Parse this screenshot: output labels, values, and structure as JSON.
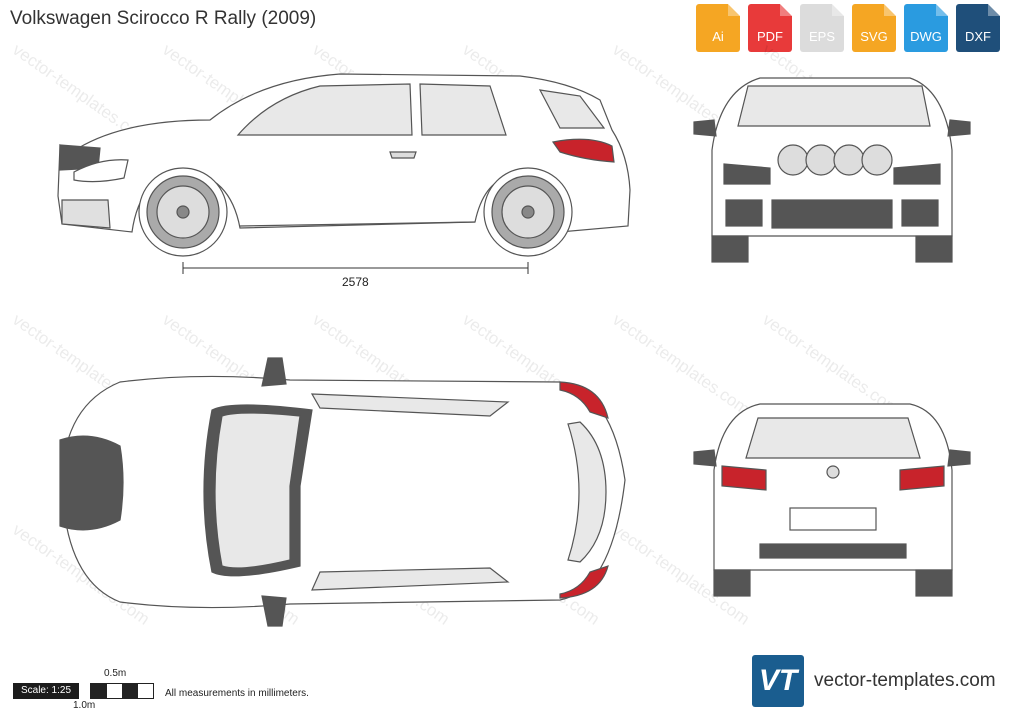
{
  "title": "Volkswagen Scirocco R Rally (2009)",
  "formats": [
    {
      "label": "Ai",
      "color": "#f5a623",
      "icon": "ai-file-icon"
    },
    {
      "label": "PDF",
      "color": "#e83a3a",
      "icon": "pdf-file-icon"
    },
    {
      "label": "EPS",
      "color": "#dcdcdc",
      "icon": "eps-file-icon"
    },
    {
      "label": "SVG",
      "color": "#f5a623",
      "icon": "svg-file-icon"
    },
    {
      "label": "DWG",
      "color": "#2a9be0",
      "icon": "dwg-file-icon"
    },
    {
      "label": "DXF",
      "color": "#1f4f7a",
      "icon": "dxf-file-icon"
    }
  ],
  "watermark": "vector-templates.com",
  "dimension": {
    "wheelbase": "2578"
  },
  "scale": {
    "label": "Scale: 1:25",
    "half": "0.5m",
    "full": "1.0m"
  },
  "note": "All measurements in millimeters.",
  "brand": {
    "logo": "VT",
    "site": "vector-templates.com"
  },
  "colors": {
    "body_line": "#555555",
    "glass": "#e8e8e8",
    "dark": "#555555",
    "taillight": "#c8232b"
  }
}
